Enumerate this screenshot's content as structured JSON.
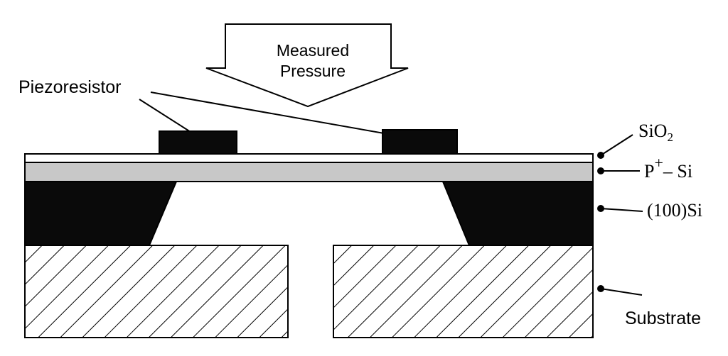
{
  "arrow": {
    "line1": "Measured",
    "line2": "Pressure"
  },
  "labels": {
    "piezoresistor": "Piezoresistor",
    "sio2_base": "SiO",
    "sio2_sub": "2",
    "p_plus_si_base": "P",
    "p_plus_si_sup": "+",
    "p_plus_si_rest": "– Si",
    "si100": "(100)Si",
    "substrate": "Substrate"
  },
  "colors": {
    "outline": "#000000",
    "black_fill": "#0a0a0a",
    "p_plus_si_fill": "#c8c8c8",
    "sio2_fill": "#ffffff",
    "hatch": "#000000"
  }
}
